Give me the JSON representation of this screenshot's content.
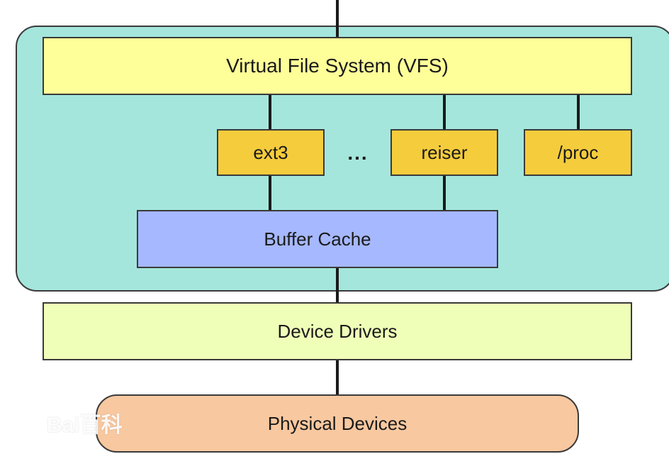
{
  "diagram": {
    "vfs_label": "Virtual File System (VFS)",
    "filesystems": [
      "ext3",
      "reiser",
      "/proc"
    ],
    "ellipsis": "...",
    "buffer_cache_label": "Buffer Cache",
    "device_drivers_label": "Device Drivers",
    "physical_devices_label": "Physical Devices"
  },
  "watermark": {
    "text": "Bai百科"
  },
  "colors": {
    "kernel_region": "#a4e6dc",
    "vfs": "#ffff99",
    "filesystem": "#f5cc3c",
    "buffer_cache": "#a6b8ff",
    "device_drivers": "#efffb8",
    "physical_devices": "#f8c8a0",
    "connector": "#1a1a1a"
  }
}
